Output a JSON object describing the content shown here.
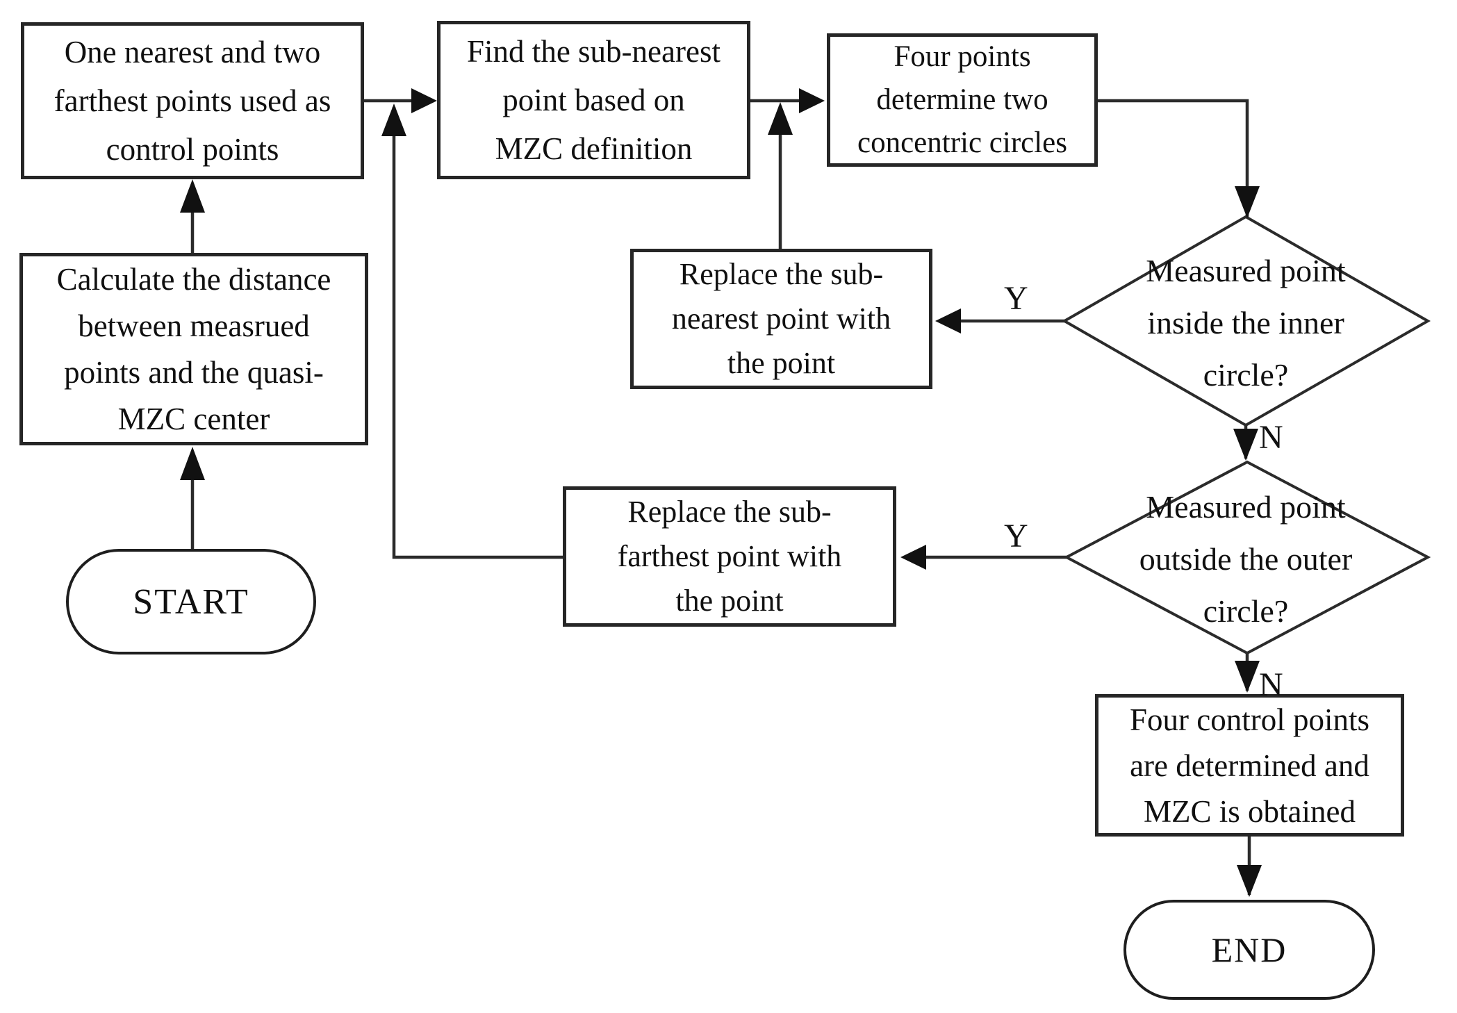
{
  "figure": {
    "type": "flowchart",
    "topic": "MZC (Minimum Zone Circle) control point determination"
  },
  "nodes": {
    "start": {
      "label": "START"
    },
    "calc": {
      "lines": [
        "Calculate the distance",
        "between measrued",
        "points and the quasi-",
        "MZC center"
      ]
    },
    "control": {
      "lines": [
        "One nearest and two",
        "farthest points used as",
        "control points"
      ]
    },
    "find": {
      "lines": [
        "Find the sub-nearest",
        "point based on",
        "MZC definition"
      ]
    },
    "four_points": {
      "lines": [
        "Four points",
        "determine two",
        "concentric circles"
      ]
    },
    "inner_check": {
      "lines": [
        "Measured point",
        "inside the inner",
        "circle?"
      ]
    },
    "replace_nearest": {
      "lines": [
        "Replace the sub-",
        "nearest point with",
        "the point"
      ]
    },
    "outer_check": {
      "lines": [
        "Measured point",
        "outside the outer",
        "circle?"
      ]
    },
    "replace_farthest": {
      "lines": [
        "Replace the sub-",
        "farthest point with",
        "the point"
      ]
    },
    "result": {
      "lines": [
        "Four control points",
        "are determined and",
        "MZC is obtained"
      ]
    },
    "end": {
      "label": "END"
    }
  },
  "edge_labels": {
    "yes": "Y",
    "no": "N"
  }
}
